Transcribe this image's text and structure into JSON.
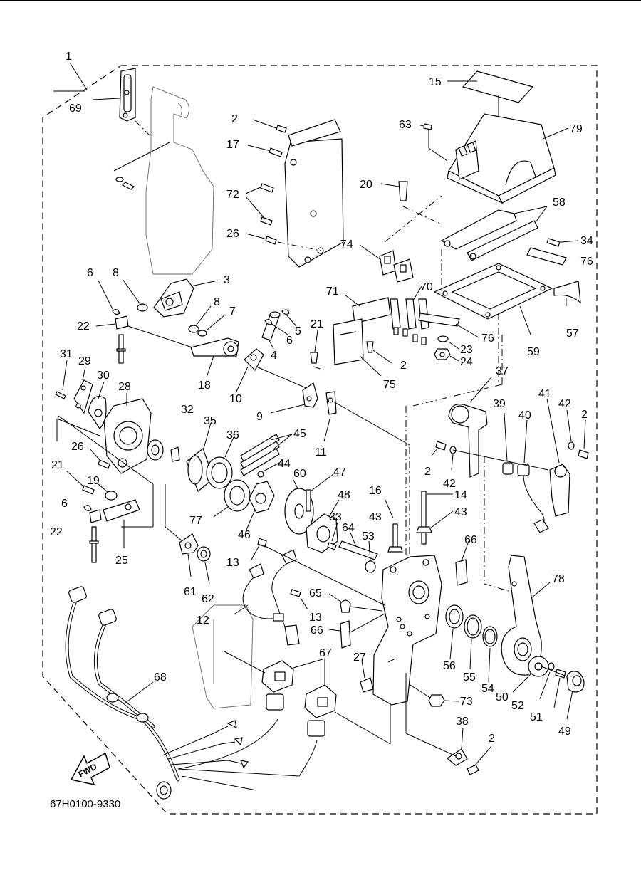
{
  "drawing_code": "67H0100-9330",
  "fwd_label": "FWD",
  "callouts": {
    "c1": "1",
    "c2a": "2",
    "c2b": "2",
    "c2c": "2",
    "c2d": "2",
    "c2e": "2",
    "c3": "3",
    "c4": "4",
    "c5": "5",
    "c6a": "6",
    "c6b": "6",
    "c6c": "6",
    "c7": "7",
    "c8a": "8",
    "c8b": "8",
    "c9": "9",
    "c10": "10",
    "c11": "11",
    "c12": "12",
    "c13a": "13",
    "c13b": "13",
    "c14": "14",
    "c15": "15",
    "c16": "16",
    "c17": "17",
    "c18": "18",
    "c19": "19",
    "c20": "20",
    "c21a": "21",
    "c21b": "21",
    "c22a": "22",
    "c22b": "22",
    "c23": "23",
    "c24": "24",
    "c25": "25",
    "c26a": "26",
    "c26b": "26",
    "c27": "27",
    "c28": "28",
    "c29": "29",
    "c30": "30",
    "c31": "31",
    "c32": "32",
    "c33": "33",
    "c34": "34",
    "c35": "35",
    "c36": "36",
    "c37": "37",
    "c38": "38",
    "c39": "39",
    "c40": "40",
    "c41": "41",
    "c42a": "42",
    "c42b": "42",
    "c43a": "43",
    "c43b": "43",
    "c44": "44",
    "c45": "45",
    "c46": "46",
    "c47": "47",
    "c48": "48",
    "c49": "49",
    "c50": "50",
    "c51": "51",
    "c52": "52",
    "c53": "53",
    "c54": "54",
    "c55": "55",
    "c56": "56",
    "c57": "57",
    "c58": "58",
    "c59": "59",
    "c60": "60",
    "c61": "61",
    "c62": "62",
    "c63": "63",
    "c64": "64",
    "c65": "65",
    "c66a": "66",
    "c66b": "66",
    "c67": "67",
    "c68": "68",
    "c69": "69",
    "c70": "70",
    "c71": "71",
    "c72": "72",
    "c73": "73",
    "c74": "74",
    "c75": "75",
    "c76a": "76",
    "c76b": "76",
    "c77": "77",
    "c78": "78",
    "c79": "79"
  }
}
